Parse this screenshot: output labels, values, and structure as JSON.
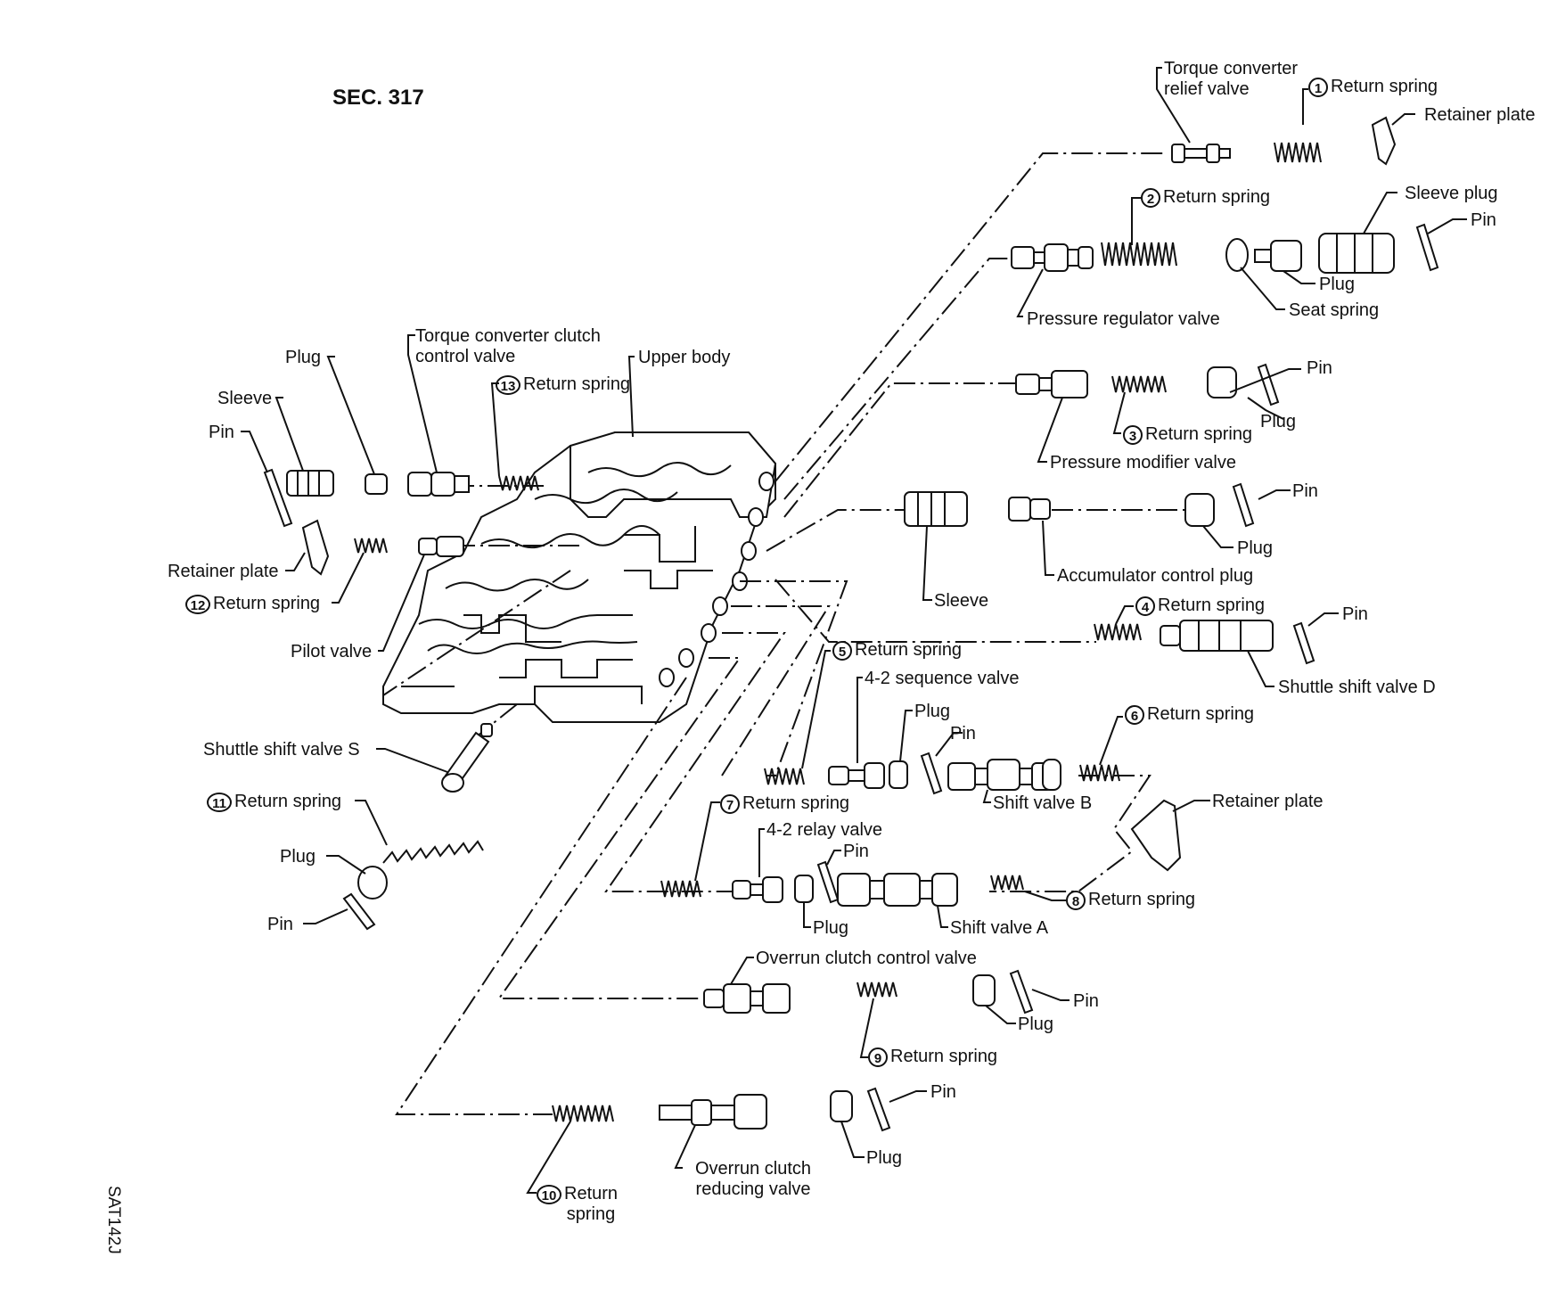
{
  "section": "SEC. 317",
  "figure_id": "SAT142J",
  "labels": {
    "torque_converter_relief_valve": "Torque converter\nrelief valve",
    "return_spring_1": "Return spring",
    "retainer_plate_top": "Retainer plate",
    "return_spring_2": "Return spring",
    "sleeve_plug": "Sleeve plug",
    "pin_sleeve_plug": "Pin",
    "plug_pressure_reg": "Plug",
    "seat_spring": "Seat spring",
    "pressure_regulator_valve": "Pressure regulator valve",
    "pin_pressure_modifier": "Pin",
    "plug_pressure_modifier": "Plug",
    "return_spring_3": "Return spring",
    "pressure_modifier_valve": "Pressure modifier valve",
    "pin_accumulator": "Pin",
    "plug_accumulator": "Plug",
    "accumulator_control_plug": "Accumulator control plug",
    "sleeve_right": "Sleeve",
    "return_spring_4": "Return spring",
    "pin_shuttle_d": "Pin",
    "shuttle_shift_valve_d": "Shuttle shift valve D",
    "return_spring_5": "Return spring",
    "sequence_valve": "4-2 sequence valve",
    "plug_sequence": "Plug",
    "pin_sequence": "Pin",
    "return_spring_6": "Return spring",
    "shift_valve_b": "Shift valve B",
    "retainer_plate_right": "Retainer plate",
    "return_spring_7": "Return spring",
    "relay_valve": "4-2 relay valve",
    "pin_relay": "Pin",
    "plug_relay": "Plug",
    "shift_valve_a": "Shift valve A",
    "return_spring_8": "Return spring",
    "overrun_clutch_control_valve": "Overrun clutch control valve",
    "pin_overrun": "Pin",
    "plug_overrun": "Plug",
    "return_spring_9": "Return spring",
    "pin_bottom": "Pin",
    "plug_bottom": "Plug",
    "overrun_clutch_reducing_valve": "Overrun clutch\nreducing valve",
    "return_spring_10": "Return\nspring",
    "torque_converter_clutch_control_valve": "Torque converter clutch\ncontrol valve",
    "upper_body": "Upper body",
    "return_spring_13": "Return spring",
    "plug_left_top": "Plug",
    "sleeve_left": "Sleeve",
    "pin_left_top": "Pin",
    "retainer_plate_left": "Retainer plate",
    "return_spring_12": "Return spring",
    "pilot_valve": "Pilot valve",
    "shuttle_shift_valve_s": "Shuttle shift valve S",
    "return_spring_11": "Return spring",
    "plug_left_bottom": "Plug",
    "pin_left_bottom": "Pin"
  },
  "numbers": {
    "n1": "1",
    "n2": "2",
    "n3": "3",
    "n4": "4",
    "n5": "5",
    "n6": "6",
    "n7": "7",
    "n8": "8",
    "n9": "9",
    "n10": "10",
    "n11": "11",
    "n12": "12",
    "n13": "13"
  }
}
